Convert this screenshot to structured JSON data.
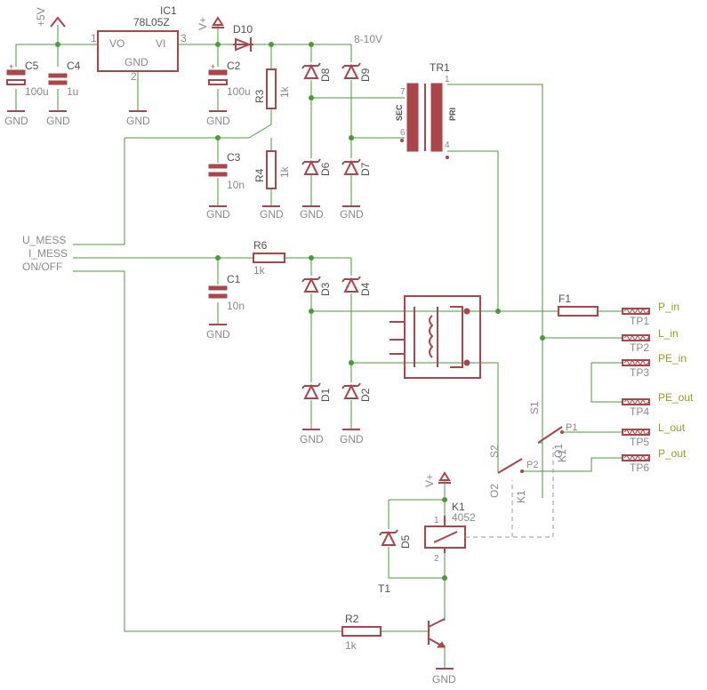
{
  "title": "",
  "supply": {
    "p5v": "+5V",
    "vplus": "V+",
    "gnd": "GND",
    "range": "8-10V"
  },
  "ic1": {
    "ref": "IC1",
    "value": "78L05Z",
    "pin_vo": "VO",
    "pin_vi": "VI",
    "pin_gnd": "GND",
    "pin1": "1",
    "pin2": "2",
    "pin3": "3"
  },
  "caps": {
    "c5": {
      "ref": "C5",
      "value": "100u"
    },
    "c4": {
      "ref": "C4",
      "value": "1u"
    },
    "c2": {
      "ref": "C2",
      "value": "100u"
    },
    "c3": {
      "ref": "C3",
      "value": "10n"
    },
    "c1": {
      "ref": "C1",
      "value": "10n"
    }
  },
  "resistors": {
    "r3": {
      "ref": "R3",
      "value": "1k"
    },
    "r4": {
      "ref": "R4",
      "value": "1k"
    },
    "r6": {
      "ref": "R6",
      "value": "1k"
    },
    "r2": {
      "ref": "R2",
      "value": "1k"
    }
  },
  "diodes": {
    "d10": "D10",
    "d8": "D8",
    "d9": "D9",
    "d6": "D6",
    "d7": "D7",
    "d3": "D3",
    "d4": "D4",
    "d1": "D1",
    "d2": "D2",
    "d5": "D5"
  },
  "tr1": {
    "ref": "TR1",
    "sec": "SEC",
    "pri": "PRI",
    "p7": "7",
    "p6": "6",
    "p1": "1",
    "p4": "4"
  },
  "signals": {
    "u_mess": "U_MESS",
    "i_mess": "I_MESS",
    "on_off": "ON/OFF"
  },
  "fuse": {
    "ref": "F1"
  },
  "outputs": [
    {
      "net": "P_in",
      "tp": "TP1"
    },
    {
      "net": "L_in",
      "tp": "TP2"
    },
    {
      "net": "PE_in",
      "tp": "TP3"
    },
    {
      "net": "PE_out",
      "tp": "TP4"
    },
    {
      "net": "L_out",
      "tp": "TP5"
    },
    {
      "net": "P_out",
      "tp": "TP6"
    }
  ],
  "relay": {
    "ref": "K1",
    "value": "4052",
    "pin1": "1",
    "pin2": "2",
    "s1": "S1",
    "s2": "S2",
    "o1": "O1",
    "o2": "O2",
    "p1": "P1",
    "p2": "P2",
    "k1a": "K1",
    "k1b": "K1"
  },
  "transistor": {
    "ref": "T1"
  },
  "colors": {
    "wire": "#4a9a3a",
    "component": "#a8464c",
    "net_label": "#9a9a22",
    "text": "#8a8a8a"
  }
}
